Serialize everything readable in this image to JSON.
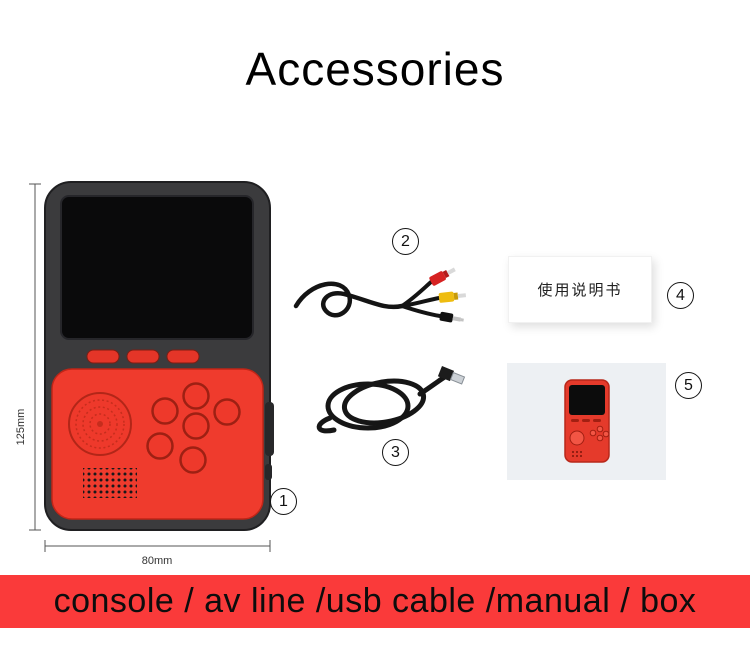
{
  "page": {
    "title": "Accessories",
    "banner_text": "console / av line /usb cable /manual / box"
  },
  "colors": {
    "banner_red": "#fa3a3a",
    "console_body_dark": "#3b3b3d",
    "console_panel_red": "#ef3b2d",
    "button_red": "#ee392b",
    "rca_red": "#d62222",
    "rca_yellow": "#eebc10",
    "box_panel_gray": "#edf0f3"
  },
  "console": {
    "callout": "1",
    "height_label": "125mm",
    "width_label": "80mm"
  },
  "av_cable": {
    "callout": "2"
  },
  "usb_cable": {
    "callout": "3"
  },
  "manual": {
    "callout": "4",
    "text": "使用说明书"
  },
  "box": {
    "callout": "5"
  }
}
